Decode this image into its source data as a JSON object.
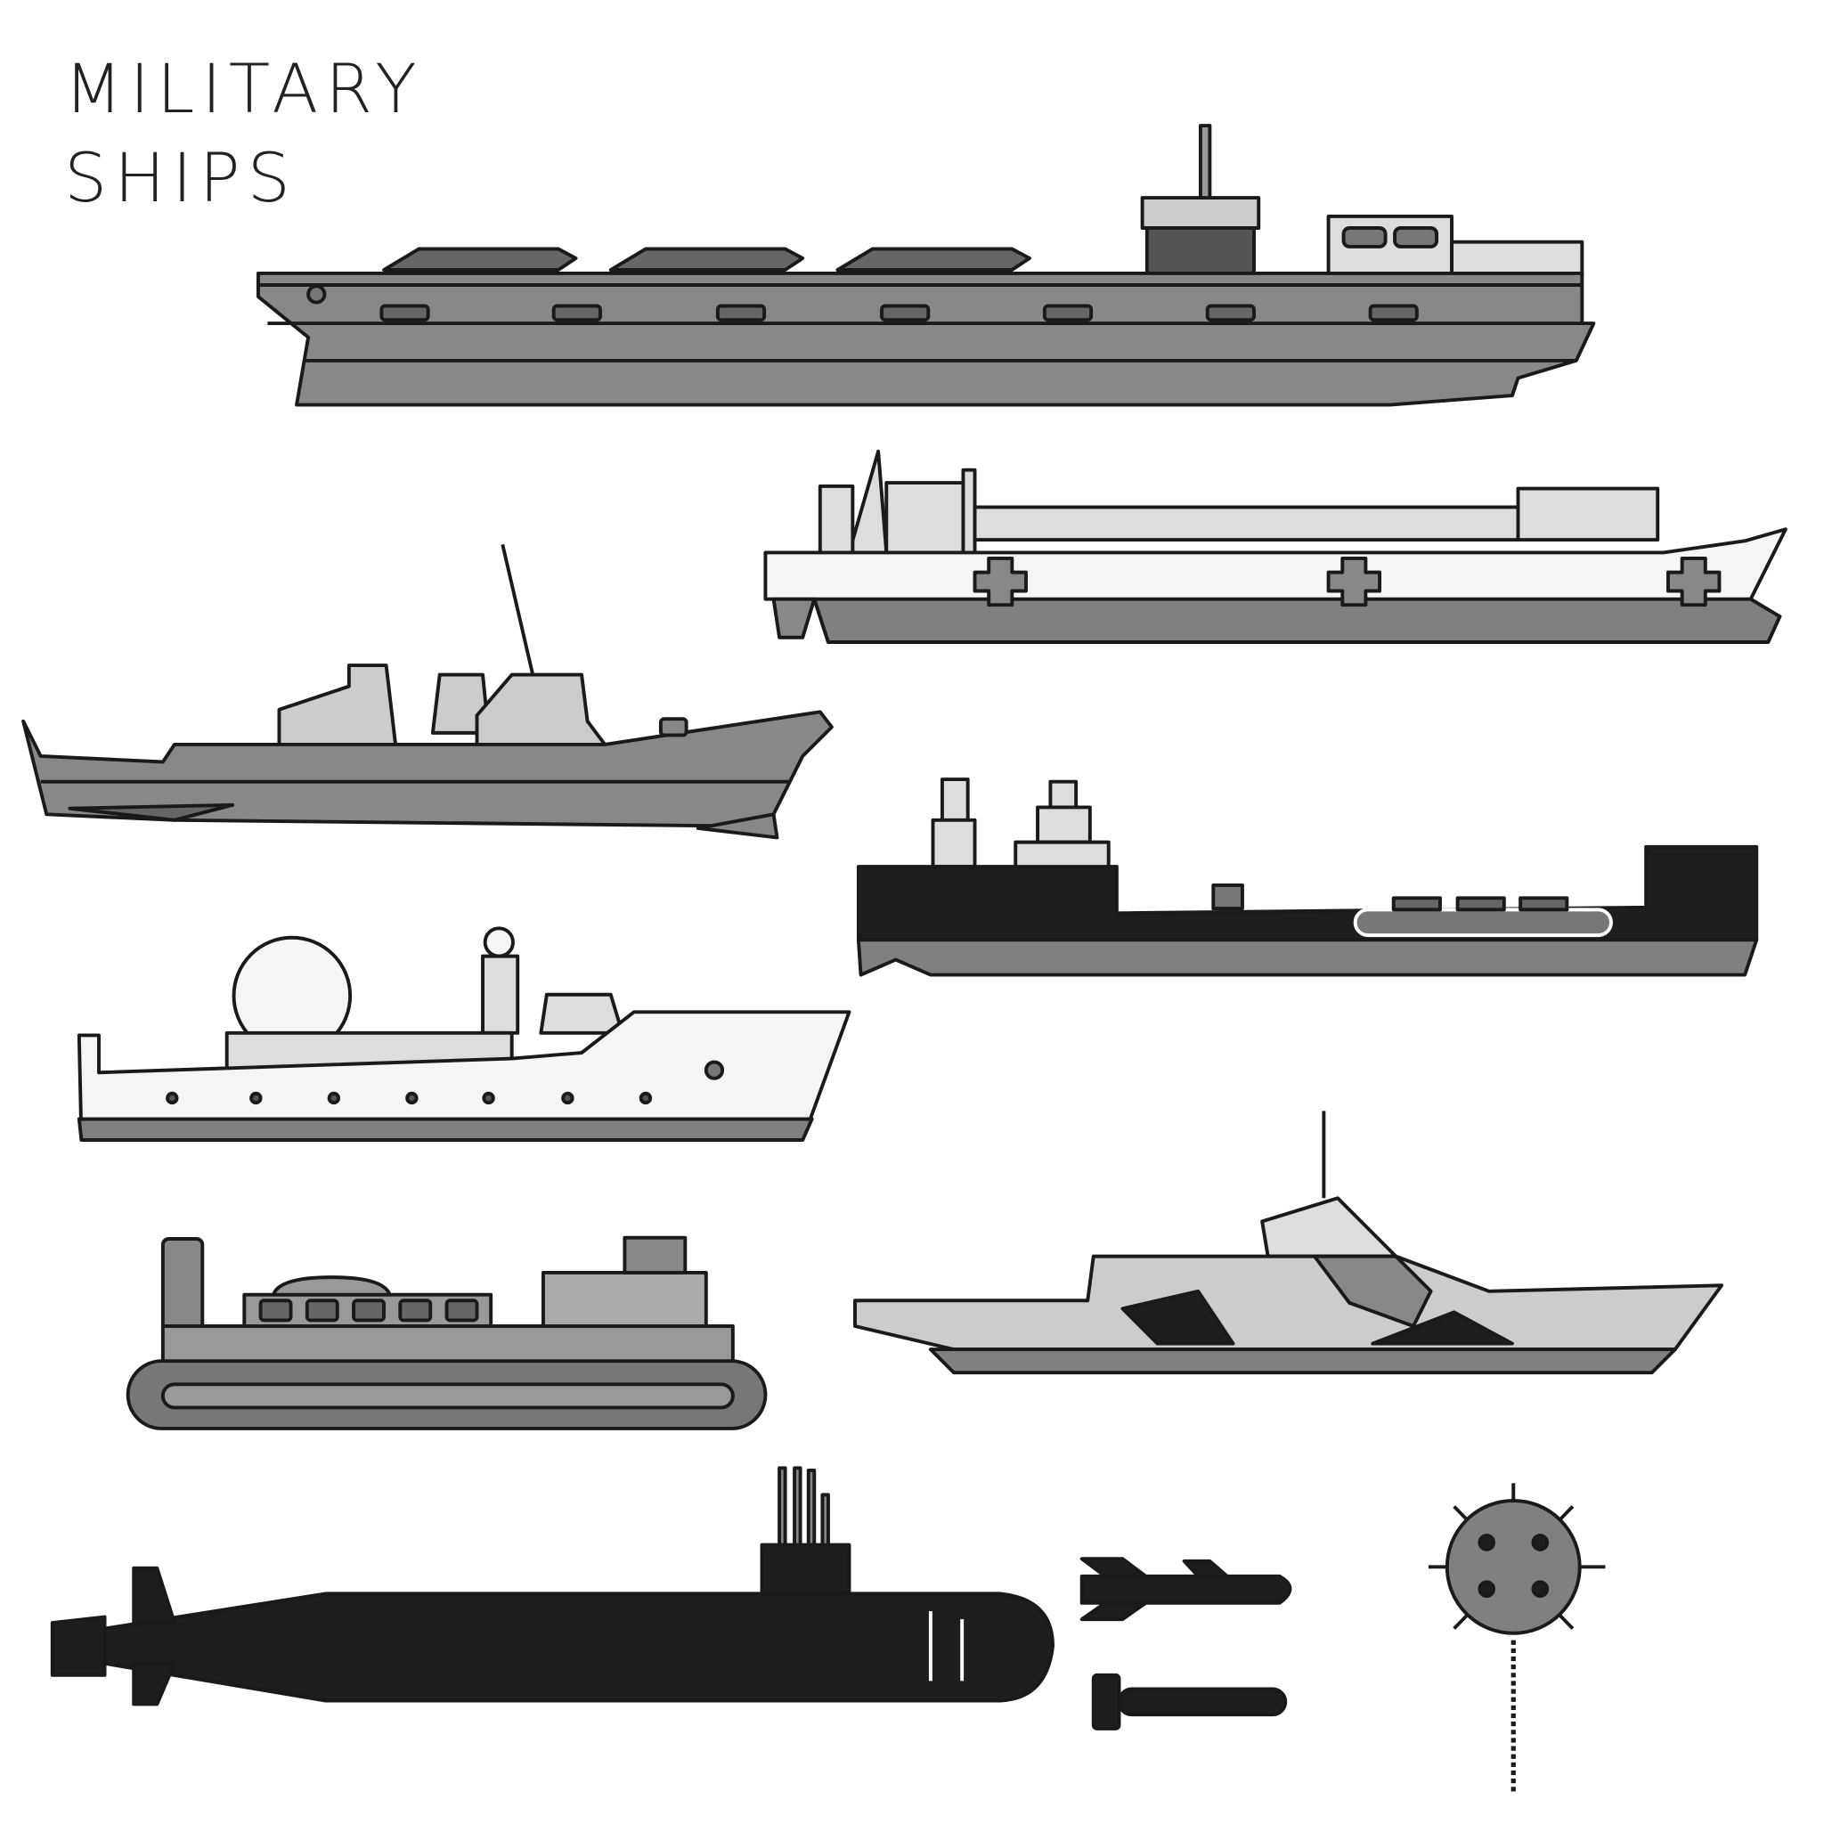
{
  "title": {
    "line1": "MILITARY",
    "line2": "SHIPS"
  },
  "colors": {
    "dark": "#1e1e1e",
    "mid": "#7f7f7f",
    "light": "#d9d9d9",
    "white": "#f5f5f5",
    "outline": "#1a1a1a"
  },
  "illustrations": [
    "aircraft-carrier",
    "hospital-ship",
    "destroyer",
    "landing-ship",
    "radar-ship",
    "hovercraft",
    "stealth-corvette",
    "submarine",
    "missile",
    "torpedo",
    "naval-mine"
  ]
}
